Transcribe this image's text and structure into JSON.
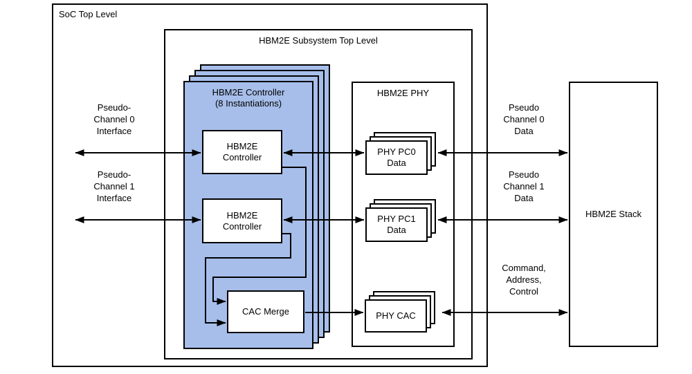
{
  "colors": {
    "controller_stack_fill": "#a7beea",
    "wire": "#000000"
  },
  "soc": {
    "label": "SoC Top Level"
  },
  "subsystem": {
    "title": "HBM2E Subsystem Top Level"
  },
  "controller_stack": {
    "title": [
      "HBM2E Controller",
      "(8 Instantiations)"
    ]
  },
  "controller0": {
    "lines": [
      "HBM2E",
      "Controller"
    ]
  },
  "controller1": {
    "lines": [
      "HBM2E",
      "Controller"
    ]
  },
  "cac_merge": {
    "label": "CAC Merge"
  },
  "phy": {
    "title": "HBM2E PHY"
  },
  "phy_pc0": {
    "lines": [
      "PHY PC0",
      "Data"
    ]
  },
  "phy_pc1": {
    "lines": [
      "PHY PC1",
      "Data"
    ]
  },
  "phy_cac": {
    "label": "PHY CAC"
  },
  "hbm_stack": {
    "label": "HBM2E Stack"
  },
  "labels": {
    "pc0_interface": [
      "Pseudo-",
      "Channel 0",
      "Interface"
    ],
    "pc1_interface": [
      "Pseudo-",
      "Channel 1",
      "Interface"
    ],
    "pc0_data": [
      "Pseudo",
      "Channel 0",
      "Data"
    ],
    "pc1_data": [
      "Pseudo",
      "Channel 1",
      "Data"
    ],
    "command": [
      "Command,",
      "Address,",
      "Control"
    ]
  }
}
